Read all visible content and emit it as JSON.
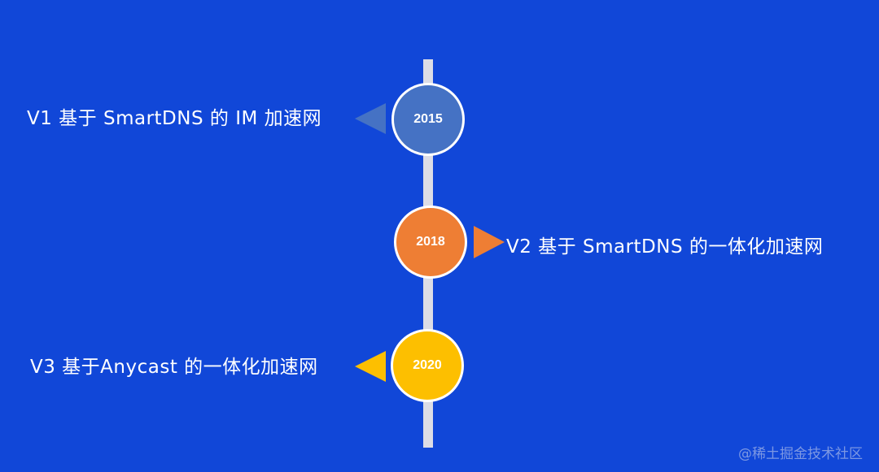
{
  "timeline": {
    "items": [
      {
        "year": "2015",
        "label": "V1 基于 SmartDNS 的 IM 加速网",
        "color": "#4572c4",
        "side": "left"
      },
      {
        "year": "2018",
        "label": "V2 基于 SmartDNS 的一体化加速网",
        "color": "#ee7e34",
        "side": "right"
      },
      {
        "year": "2020",
        "label": "V3 基于Anycast 的一体化加速网",
        "color": "#fdbf00",
        "side": "left"
      }
    ]
  },
  "colors": {
    "background": "#1147d8",
    "line": "#dcdde6"
  },
  "watermark": "@稀土掘金技术社区"
}
